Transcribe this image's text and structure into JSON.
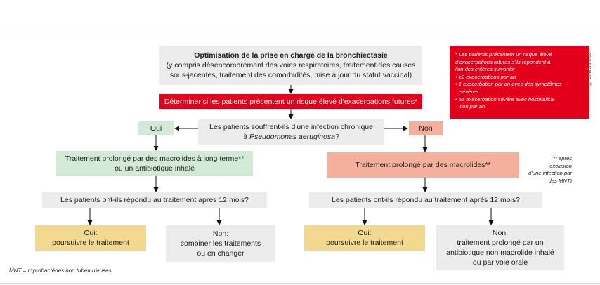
{
  "flowchart": {
    "optimisation": {
      "title": "Optimisation de la prise en charge de la bronchiectasie",
      "line1": "(y compris désencombrement des voies respiratoires, traitement des causes",
      "line2": "sous-jacentes, traitement des comorbidités, mise à jour du statut vaccinal)"
    },
    "determine": "Déterminer si les patients présentent un risque élevé d'exacerbations futures*",
    "question_infection": {
      "line1": "Les patients souffrent-ils d'une infection chronique",
      "line2_prefix": "à ",
      "line2_italic": "Pseudomonas aeruginosa",
      "line2_suffix": "?"
    },
    "yes_label": "Oui",
    "no_label": "Non",
    "left_branch": {
      "treatment_line1": "Traitement prolongé par des macrolides à long terme**",
      "treatment_line2": "ou un antibiotique inhalé",
      "question": "Les patients ont-ils répondu au traitement après 12 mois?",
      "yes_line1": "Oui:",
      "yes_line2": "poursuivre le traitement",
      "no_line1": "Non:",
      "no_line2": "combiner les traitements",
      "no_line3": "ou en changer"
    },
    "right_branch": {
      "treatment": "Traitement prolongé par des macrolides**",
      "question": "Les patients ont-ils répondu au traitement après 12 mois?",
      "yes_line1": "Oui:",
      "yes_line2": "poursuivre le traitement",
      "no_line1": "Non:",
      "no_line2": "traitement prolongé par un",
      "no_line3": "antibiotique non macrolide inhalé",
      "no_line4": "ou par voie orale"
    }
  },
  "notes": {
    "risk": [
      "* Les patients présentent un risque élevé",
      "d'exacerbations futures s'ils répondent à",
      "l'un des critères suivants:",
      "• ≥2 exacerbations par an",
      "• 1 exacerbation par an avec des symptômes",
      "   sévères",
      "• ≥1 exacerbation sévère avec hospitalisa-",
      "   tion par an"
    ],
    "macrolides": [
      "(** après exclusion",
      "d'une infection par",
      "des MNT)"
    ],
    "mnt": "MNT = mycobactéries non tuberculeuses",
    "credit": "© Universimed"
  },
  "colors": {
    "red": "#e3001b",
    "grey": "#ececec",
    "green": "#d3ead6",
    "salmon": "#f4b09c",
    "yellow": "#f2d98f"
  }
}
